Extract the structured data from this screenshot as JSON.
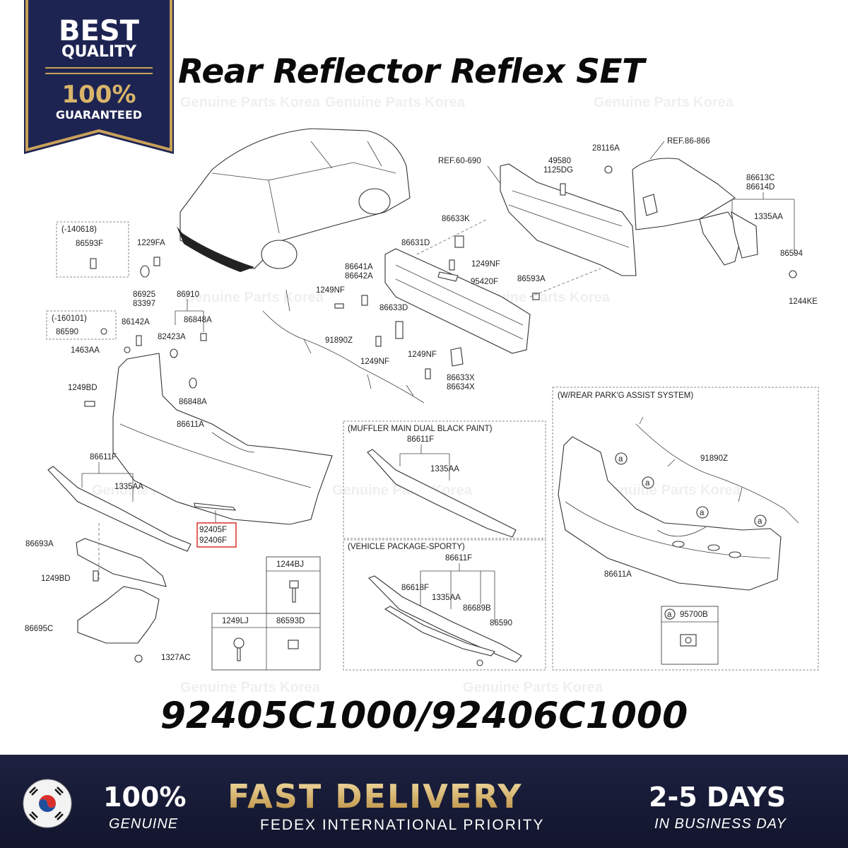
{
  "badge": {
    "line1": "BEST",
    "line2": "QUALITY",
    "line3": "100%",
    "line4": "GUARANTEED",
    "color_navy": "#1e2452",
    "color_gold": "#c9a15a"
  },
  "title": "Rear Reflector Reflex SET",
  "watermark": "Genuine Parts Korea",
  "diagram": {
    "refs": [
      "REF.60-690",
      "REF.86-866"
    ],
    "labels": {
      "p140618": "(-140618)",
      "p86593F": "86593F",
      "p1229FA": "1229FA",
      "p86925": "86925",
      "p83397": "83397",
      "p86910": "86910",
      "p82423A": "82423A",
      "p86848A_1": "86848A",
      "p160101": "(-160101)",
      "p86590_1": "86590",
      "p86142A": "86142A",
      "p1463AA": "1463AA",
      "p1249BD_1": "1249BD",
      "p86848A_2": "86848A",
      "p86611A_1": "86611A",
      "p86611F_1": "86611F",
      "p1335AA_1": "1335AA",
      "p92405F": "92405F",
      "p92406F": "92406F",
      "p86693A": "86693A",
      "p1249BD_2": "1249BD",
      "p86695C": "86695C",
      "p1327AC": "1327AC",
      "p1244BJ": "1244BJ",
      "p1249LJ": "1249LJ",
      "p86593D": "86593D",
      "p49580": "49580",
      "p1125DG": "1125DG",
      "p28116A": "28116A",
      "p86613C": "86613C",
      "p86614D": "86614D",
      "p1335AA_2": "1335AA",
      "p86594": "86594",
      "p1244KE": "1244KE",
      "p86633K": "86633K",
      "p86631D": "86631D",
      "p86641A": "86641A",
      "p86642A": "86642A",
      "p1249NF_1": "1249NF",
      "p95420F": "95420F",
      "p86593A": "86593A",
      "p1249NF_2": "1249NF",
      "p86633D": "86633D",
      "p91890Z_1": "91890Z",
      "p1249NF_3": "1249NF",
      "p1249NF_4": "1249NF",
      "p86633X": "86633X",
      "p86634X": "86634X",
      "muffler_title": "(MUFFLER MAIN DUAL BLACK PAINT)",
      "p86611F_2": "86611F",
      "p1335AA_3": "1335AA",
      "sporty_title": "(VEHICLE PACKAGE-SPORTY)",
      "p86611F_3": "86611F",
      "p86618F": "86618F",
      "p1335AA_4": "1335AA",
      "p86689B": "86689B",
      "p86590_2": "86590",
      "park_title": "(W/REAR PARK'G ASSIST SYSTEM)",
      "p91890Z_2": "91890Z",
      "p86611A_2": "86611A",
      "a_mark": "a",
      "p95700B": "95700B"
    }
  },
  "part_numbers": "92405C1000/92406C1000",
  "footer": {
    "genuine_big": "100%",
    "genuine_small": "GENUINE",
    "delivery_big": "FAST DELIVERY",
    "delivery_sub": "FEDEX INTERNATIONAL PRIORITY",
    "days_big": "2-5 DAYS",
    "days_small": "IN BUSINESS DAY",
    "highlight_color": "#d9302c"
  }
}
